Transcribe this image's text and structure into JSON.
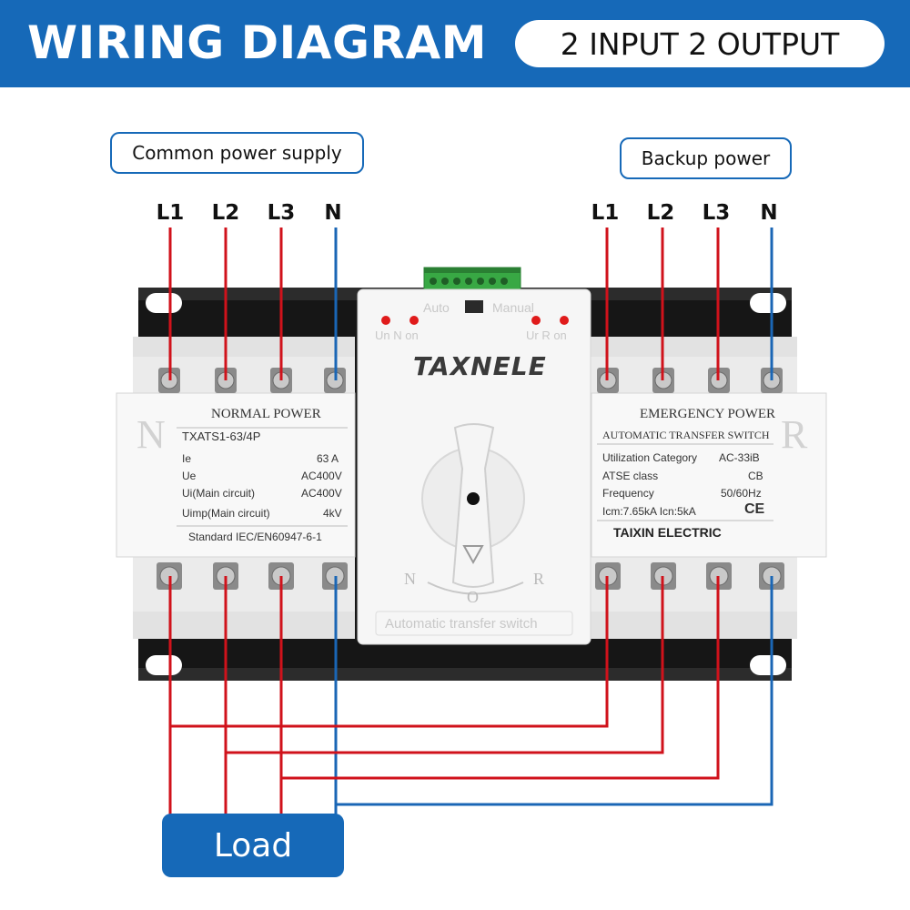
{
  "header": {
    "title": "WIRING DIAGRAM",
    "pill": "2 INPUT 2 OUTPUT"
  },
  "supplies": {
    "common": "Common power supply",
    "backup": "Backup power"
  },
  "terminals": {
    "common": [
      "L1",
      "L2",
      "L3",
      "N"
    ],
    "backup": [
      "L1",
      "L2",
      "L3",
      "N"
    ]
  },
  "load": "Load",
  "device": {
    "brand": "TAXNELE",
    "mode_auto": "Auto",
    "mode_manual": "Manual",
    "led_left": "Un  N on",
    "led_right": "Ur  R on",
    "face_label": "Automatic transfer switch",
    "dial_n": "N",
    "dial_o": "O",
    "dial_r": "R",
    "side_n": "N",
    "side_r": "R",
    "left_panel": {
      "title": "NORMAL POWER",
      "model": "TXATS1-63/4P",
      "specs": [
        {
          "k": "Ie",
          "v": "63 A"
        },
        {
          "k": "Ue",
          "v": "AC400V"
        },
        {
          "k": "Ui(Main circuit)",
          "v": "AC400V"
        },
        {
          "k": "Uimp(Main circuit)",
          "v": "4kV"
        }
      ],
      "standard": "Standard IEC/EN60947-6-1"
    },
    "right_panel": {
      "title": "EMERGENCY POWER",
      "subtitle": "AUTOMATIC  TRANSFER  SWITCH",
      "specs": [
        {
          "k": "Utilization Category",
          "v": "AC-33iB"
        },
        {
          "k": "ATSE class",
          "v": "CB"
        },
        {
          "k": "Frequency",
          "v": "50/60Hz"
        },
        {
          "k": "Icm:7.65kA Icn:5kA",
          "v": "CE"
        }
      ],
      "maker": "TAIXIN ELECTRIC"
    }
  },
  "colors": {
    "brand_blue": "#1669b8",
    "phase_wire": "#d0121b",
    "neutral_wire": "#1a66b5"
  }
}
